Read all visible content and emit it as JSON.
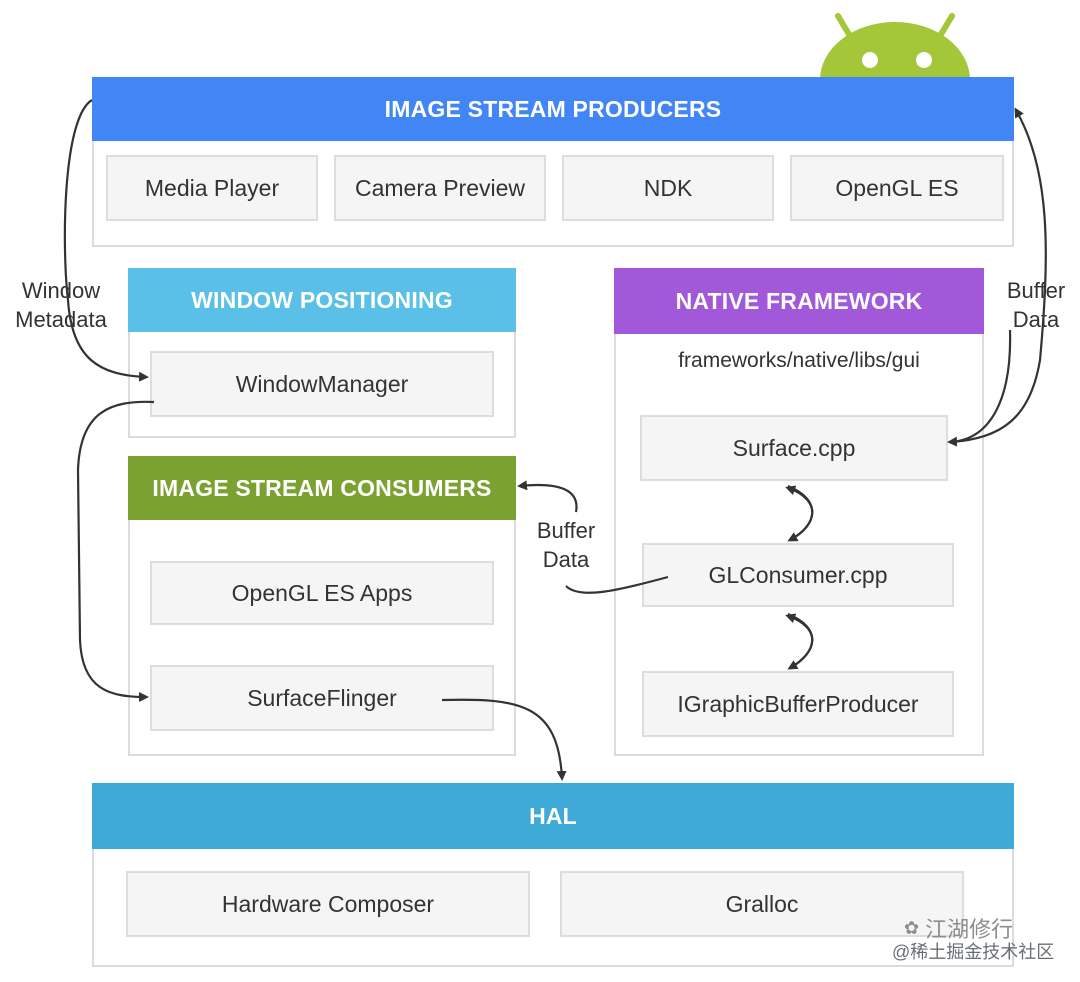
{
  "producers": {
    "header": "IMAGE STREAM PRODUCERS",
    "items": [
      "Media Player",
      "Camera Preview",
      "NDK",
      "OpenGL ES"
    ]
  },
  "window_positioning": {
    "header": "WINDOW POSITIONING",
    "item": "WindowManager"
  },
  "native_framework": {
    "header": "NATIVE FRAMEWORK",
    "path": "frameworks/native/libs/gui",
    "items": [
      "Surface.cpp",
      "GLConsumer.cpp",
      "IGraphicBufferProducer"
    ]
  },
  "consumers": {
    "header": "IMAGE STREAM CONSUMERS",
    "items": [
      "OpenGL ES Apps",
      "SurfaceFlinger"
    ]
  },
  "hal": {
    "header": "HAL",
    "items": [
      "Hardware Composer",
      "Gralloc"
    ]
  },
  "labels": {
    "window_metadata": [
      "Window",
      "Metadata"
    ],
    "buffer_data_right": [
      "Buffer",
      "Data"
    ],
    "buffer_data_middle": [
      "Buffer",
      "Data"
    ]
  },
  "watermark": {
    "title": "江湖修行",
    "subtitle": "@稀土掘金技术社区"
  },
  "colors": {
    "producers": "#4285f4",
    "window_positioning": "#5bc0e8",
    "native_framework": "#a259d9",
    "consumers": "#7ba230",
    "hal": "#3fa9d8",
    "android": "#a4c639"
  }
}
